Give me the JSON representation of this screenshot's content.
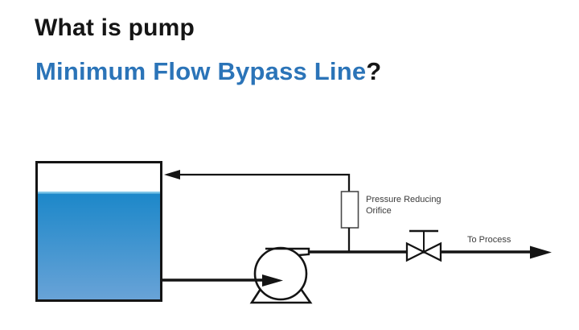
{
  "title": {
    "line1": "What is pump",
    "line2_highlight": "Minimum Flow Bypass Line",
    "line2_suffix": "?"
  },
  "colors": {
    "title_ink": "#151515",
    "title_blue": "#2b74b8",
    "line_ink": "#141414",
    "label_text": "#3b3b3b",
    "liquid_top": "#1b87c9",
    "liquid_bottom": "#69a3d7",
    "liquid_surface_highlight": "#7ec5e8",
    "orifice_stroke": "#4a4a4a",
    "background": "#ffffff"
  },
  "diagram": {
    "labels": {
      "orifice": "Pressure Reducing Orifice",
      "to_process": "To Process"
    }
  }
}
